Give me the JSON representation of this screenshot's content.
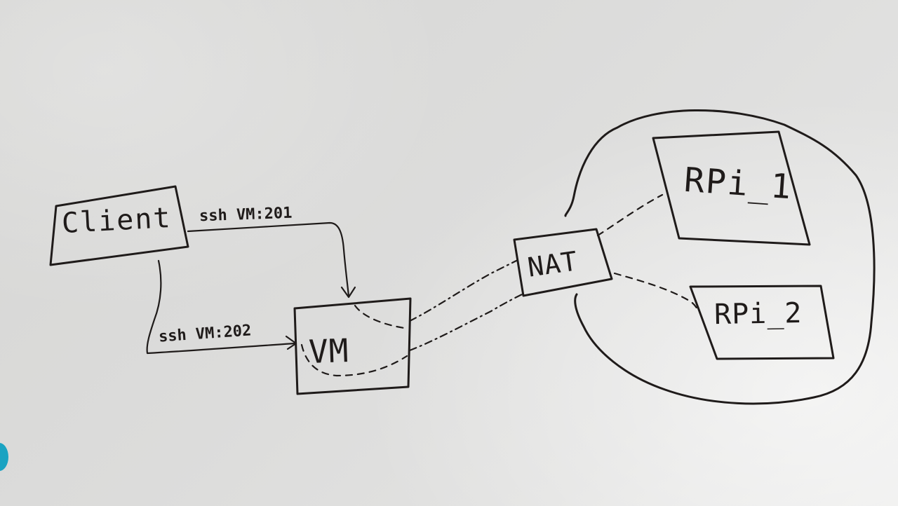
{
  "diagram": {
    "nodes": {
      "client": "Client",
      "vm": "VM",
      "nat": "NAT",
      "rpi1": "RPi_1",
      "rpi2": "RPi_2"
    },
    "edges": {
      "ssh_201": "ssh VM:201",
      "ssh_202": "ssh VM:202"
    }
  },
  "colors": {
    "ink": "#1f1b1a",
    "board": "#dcdcdb",
    "marker": "#1aa3c2"
  }
}
